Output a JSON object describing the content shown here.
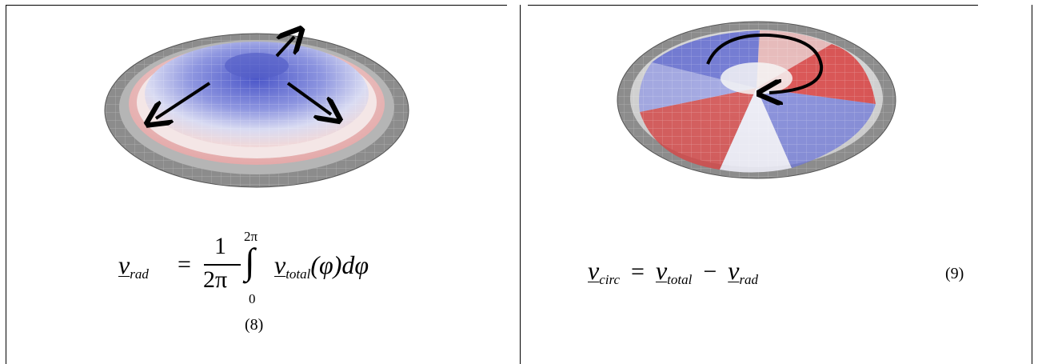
{
  "left_panel": {
    "equation": {
      "v": "v",
      "sub_rad": "rad",
      "eq": "=",
      "num": "1",
      "den": "2π",
      "int": "∫",
      "upper": "2π",
      "lower": "0",
      "v2": "v",
      "sub_total": "total",
      "arg": "(φ)dφ"
    },
    "number": "(8)"
  },
  "right_panel": {
    "equation": {
      "v": "v",
      "sub_circ": "circ",
      "eq": "=",
      "v2": "v",
      "sub_total": "total",
      "minus": "−",
      "v3": "v",
      "sub_rad": "rad"
    },
    "number": "(9)"
  },
  "colors": {
    "blue": "#6f78d8",
    "red": "#d84a4a",
    "gray": "#8a8a8a"
  }
}
